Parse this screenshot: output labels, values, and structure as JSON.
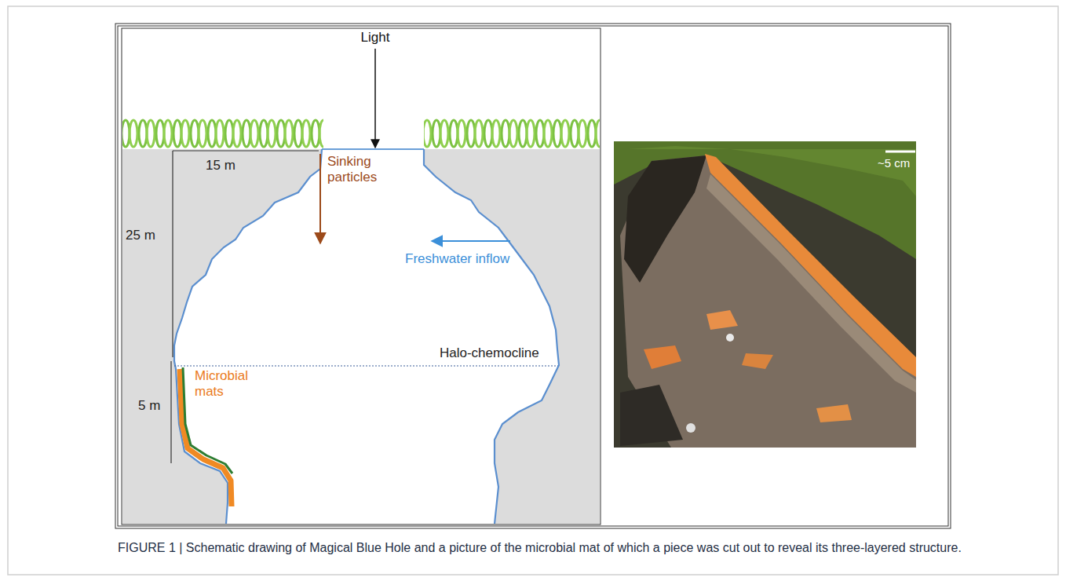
{
  "diagram": {
    "caption": "FIGURE 1 | Schematic drawing of Magical Blue Hole and a picture of the microbial mat of which a piece was cut out to reveal its three-layered structure.",
    "labels": [
      "Light",
      "15 m",
      "Sinking particles",
      "Freshwater inflow",
      "25 m",
      "Halo-chemocline",
      "5 m",
      "Microbial mats",
      "~5 cm"
    ]
  }
}
